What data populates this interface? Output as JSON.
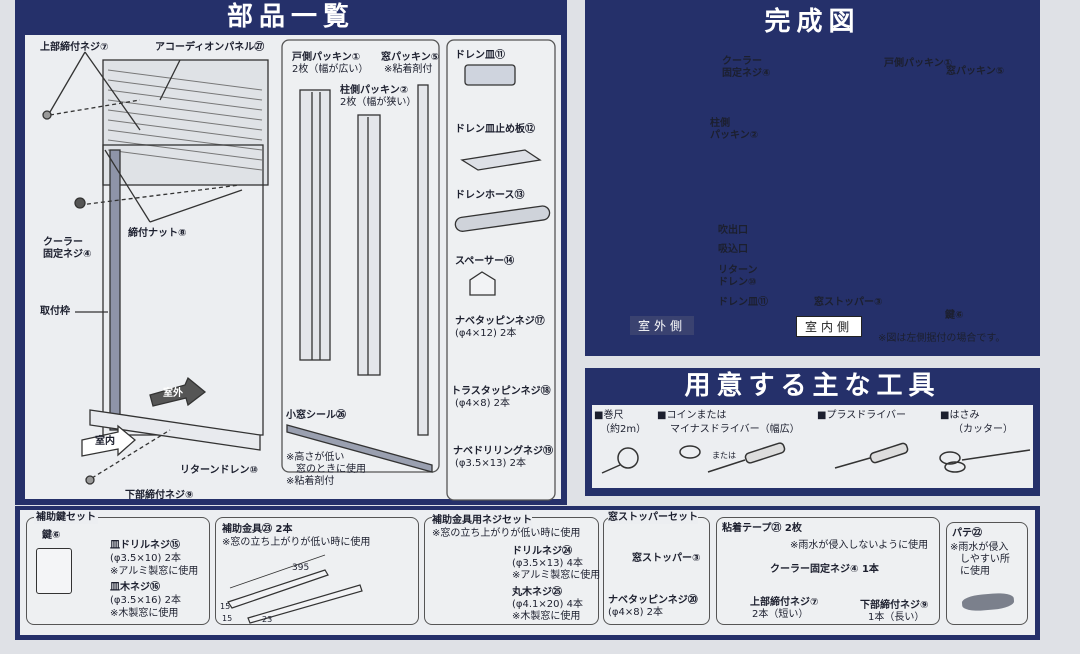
{
  "parts_list": {
    "title": "部品一覧",
    "main_labels": {
      "top_screw": "上部締付ネジ⑦",
      "accordion_panel": "アコーディオンパネル㉗",
      "cooler_screw": "クーラー\n固定ネジ④",
      "nut": "締付ナット⑧",
      "frame": "取付枠",
      "return_drain": "リターンドレン⑩",
      "bottom_screw": "下部締付ネジ⑨",
      "outdoor_arrow": "室外",
      "indoor_arrow": "室内"
    },
    "packing": {
      "door_packing": "戸側パッキン①",
      "door_packing_note": "2枚（幅が広い）",
      "window_packing": "窓パッキン⑤",
      "window_packing_note": "※粘着剤付",
      "pillar_packing": "柱側パッキン②",
      "pillar_packing_note": "2枚（幅が狭い）",
      "small_window_seal": "小窓シール㉖",
      "seal_note": "※高さが低い\n　窓のときに使用\n※粘着剤付"
    },
    "drain": {
      "pan": "ドレン皿⑪",
      "stop_plate": "ドレン皿止め板⑫",
      "hose": "ドレンホース⑬",
      "spacer": "スペーサー⑭",
      "screw17": "ナベタッピンネジ⑰",
      "screw17_spec": "(φ4×12) 2本",
      "screw18": "トラスタッピンネジ⑱",
      "screw18_spec": "(φ4×8) 2本",
      "screw19": "ナベドリリングネジ⑲",
      "screw19_spec": "(φ3.5×13) 2本"
    }
  },
  "completed": {
    "title": "完成図",
    "labels": {
      "cooler_screw": "クーラー\n固定ネジ④",
      "pillar_packing": "柱側\nパッキン②",
      "outlet": "吹出口",
      "inlet": "吸込口",
      "return_drain": "リターン\nドレン⑩",
      "drain_pan": "ドレン皿⑪",
      "door_packing": "戸側パッキン①",
      "window_packing": "窓パッキン⑤",
      "window_stopper": "窓ストッパー③",
      "lock": "鍵⑥"
    },
    "outdoor_tag": "室外側",
    "indoor_tag": "室内側",
    "note": "※図は左側据付の場合です。"
  },
  "tools": {
    "title": "用意する主な工具",
    "items": [
      {
        "label": "■巻尺",
        "sub": "（約2m）",
        "icon": "tape-measure-icon"
      },
      {
        "label": "■コインまたは",
        "sub": "マイナスドライバー（幅広）",
        "extra": "または",
        "icon": "flathead-screwdriver-icon"
      },
      {
        "label": "■プラスドライバー",
        "sub": "",
        "icon": "phillips-screwdriver-icon"
      },
      {
        "label": "■はさみ",
        "sub": "（カッター）",
        "icon": "scissors-icon"
      }
    ]
  },
  "accessories": {
    "lock_set": {
      "title": "補助鍵セット",
      "lock": "鍵⑥",
      "s15": "皿ドリルネジ⑮",
      "s15_spec": "(φ3.5×10) 2本",
      "s15_note": "※アルミ製窓に使用",
      "s16": "皿木ネジ⑯",
      "s16_spec": "(φ3.5×16) 2本",
      "s16_note": "※木製窓に使用"
    },
    "bracket": {
      "title": "補助金具㉓ 2本",
      "note": "※窓の立ち上がりが低い時に使用",
      "dim_length": "395",
      "dim_h": "15",
      "dim_w": "15",
      "dim_d": "23"
    },
    "bracket_screws": {
      "title": "補助金具用ネジセット",
      "note": "※窓の立ち上がりが低い時に使用",
      "s24": "ドリルネジ㉔",
      "s24_spec": "(φ3.5×13) 4本",
      "s24_note": "※アルミ製窓に使用",
      "s25": "丸木ネジ㉕",
      "s25_spec": "(φ4.1×20) 4本",
      "s25_note": "※木製窓に使用"
    },
    "stopper_set": {
      "title": "窓ストッパーセット",
      "stopper": "窓ストッパー③",
      "screw": "ナベタッピンネジ⑳",
      "screw_spec": "(φ4×8) 2本"
    },
    "tape": {
      "title": "粘着テープ㉑ 2枚",
      "note": "※雨水が侵入しないように使用",
      "cooler_screw": "クーラー固定ネジ④ 1本",
      "top_screw": "上部締付ネジ⑦",
      "top_screw_qty": "2本（短い）",
      "bottom_screw": "下部締付ネジ⑨",
      "bottom_screw_qty": "1本（長い）"
    },
    "putty": {
      "title": "パテ㉒",
      "note": "※雨水が侵入\n　しやすい所\n　に使用"
    }
  },
  "colors": {
    "navy": "#25306a",
    "paper": "#eceef1"
  }
}
